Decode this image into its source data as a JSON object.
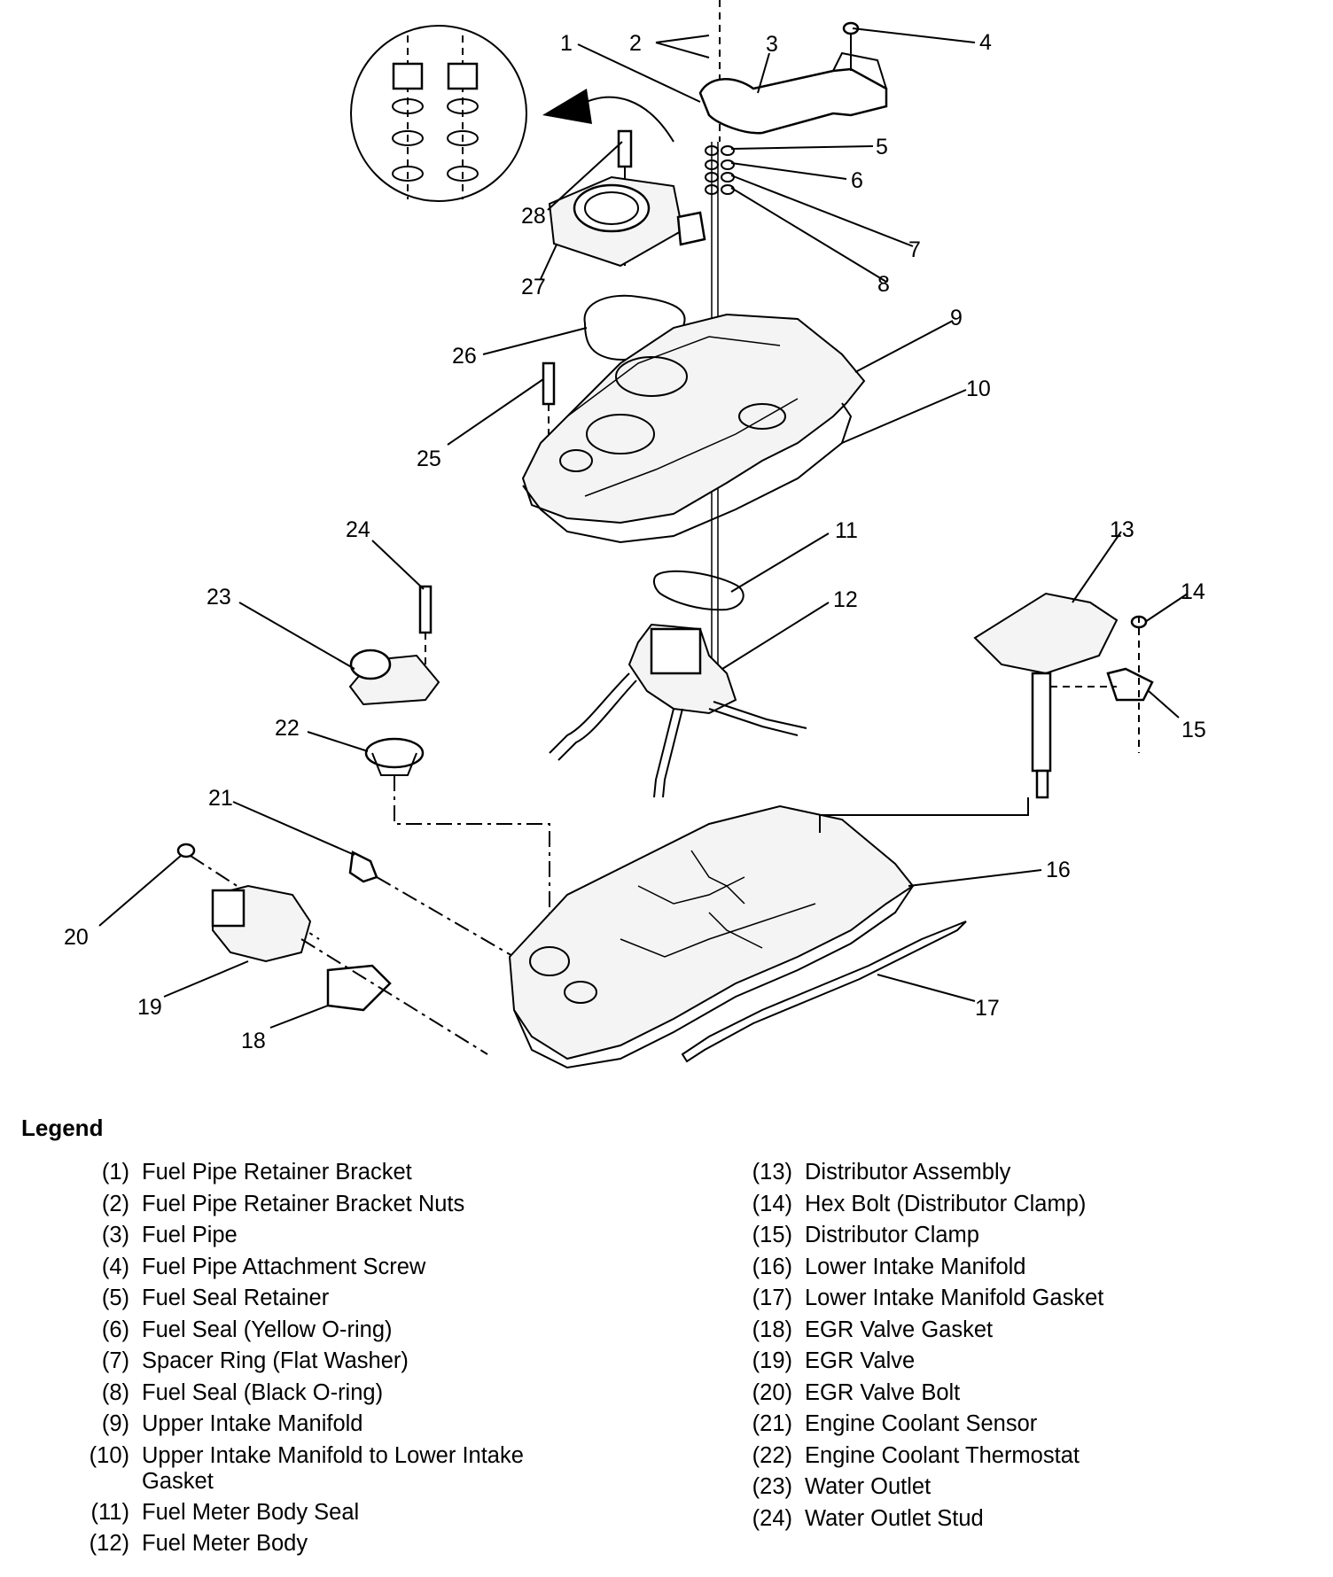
{
  "callouts": {
    "c1": "1",
    "c2": "2",
    "c3": "3",
    "c4": "4",
    "c5": "5",
    "c6": "6",
    "c7": "7",
    "c8": "8",
    "c9": "9",
    "c10": "10",
    "c11": "11",
    "c12": "12",
    "c13": "13",
    "c14": "14",
    "c15": "15",
    "c16": "16",
    "c17": "17",
    "c18": "18",
    "c19": "19",
    "c20": "20",
    "c21": "21",
    "c22": "22",
    "c23": "23",
    "c24": "24",
    "c25": "25",
    "c26": "26",
    "c27": "27",
    "c28": "28"
  },
  "legend": {
    "title": "Legend",
    "left": [
      {
        "num": "(1)",
        "text": "Fuel Pipe Retainer Bracket"
      },
      {
        "num": "(2)",
        "text": "Fuel Pipe Retainer Bracket Nuts"
      },
      {
        "num": "(3)",
        "text": "Fuel Pipe"
      },
      {
        "num": "(4)",
        "text": "Fuel Pipe Attachment Screw"
      },
      {
        "num": "(5)",
        "text": "Fuel Seal Retainer"
      },
      {
        "num": "(6)",
        "text": "Fuel Seal (Yellow O-ring)"
      },
      {
        "num": "(7)",
        "text": "Spacer Ring (Flat Washer)"
      },
      {
        "num": "(8)",
        "text": "Fuel Seal (Black O-ring)"
      },
      {
        "num": "(9)",
        "text": "Upper Intake Manifold"
      },
      {
        "num": "(10)",
        "text": "Upper Intake Manifold to Lower Intake Gasket"
      },
      {
        "num": "(11)",
        "text": "Fuel Meter Body Seal"
      },
      {
        "num": "(12)",
        "text": "Fuel Meter Body"
      }
    ],
    "right": [
      {
        "num": "(13)",
        "text": "Distributor Assembly"
      },
      {
        "num": "(14)",
        "text": "Hex Bolt (Distributor Clamp)"
      },
      {
        "num": "(15)",
        "text": "Distributor Clamp"
      },
      {
        "num": "(16)",
        "text": "Lower Intake Manifold"
      },
      {
        "num": "(17)",
        "text": "Lower Intake Manifold Gasket"
      },
      {
        "num": "(18)",
        "text": "EGR Valve Gasket"
      },
      {
        "num": "(19)",
        "text": "EGR Valve"
      },
      {
        "num": "(20)",
        "text": "EGR Valve Bolt"
      },
      {
        "num": "(21)",
        "text": "Engine Coolant Sensor"
      },
      {
        "num": "(22)",
        "text": "Engine Coolant Thermostat"
      },
      {
        "num": "(23)",
        "text": "Water Outlet"
      },
      {
        "num": "(24)",
        "text": "Water Outlet Stud"
      }
    ]
  }
}
